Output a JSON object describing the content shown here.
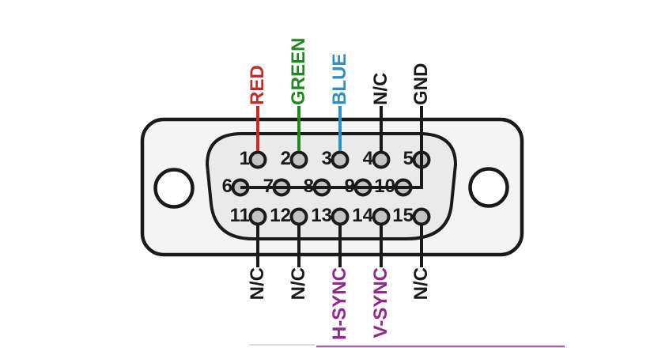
{
  "colors": {
    "background": "#ffffff",
    "ink": "#1a1a1a",
    "shell_fill": "#f4f4f4",
    "recess_fill": "#eaeaea",
    "pin_fill": "#c4c4c4",
    "hole_fill": "#ffffff",
    "red": "#c62b2b",
    "green": "#1f8b1f",
    "blue": "#2d8fc2",
    "purple": "#93278f"
  },
  "pins": [
    "1",
    "2",
    "3",
    "4",
    "5",
    "6",
    "7",
    "8",
    "9",
    "10",
    "11",
    "12",
    "13",
    "14",
    "15"
  ],
  "gnd_bus_pins": [
    "5",
    "6",
    "7",
    "8",
    "9",
    "10"
  ],
  "top_labels": [
    {
      "text": "RED",
      "color": "#c62b2b",
      "pin": "1"
    },
    {
      "text": "GREEN",
      "color": "#1f8b1f",
      "pin": "2"
    },
    {
      "text": "BLUE",
      "color": "#2d8fc2",
      "pin": "3"
    },
    {
      "text": "N/C",
      "color": "#1a1a1a",
      "pin": "4"
    },
    {
      "text": "GND",
      "color": "#1a1a1a",
      "pin": "5"
    }
  ],
  "bottom_labels": [
    {
      "text": "N/C",
      "color": "#1a1a1a",
      "pin": "11"
    },
    {
      "text": "N/C",
      "color": "#1a1a1a",
      "pin": "12"
    },
    {
      "text": "H-SYNC",
      "color": "#93278f",
      "pin": "13"
    },
    {
      "text": "V-SYNC",
      "color": "#93278f",
      "pin": "14"
    },
    {
      "text": "N/C",
      "color": "#1a1a1a",
      "pin": "15"
    }
  ]
}
